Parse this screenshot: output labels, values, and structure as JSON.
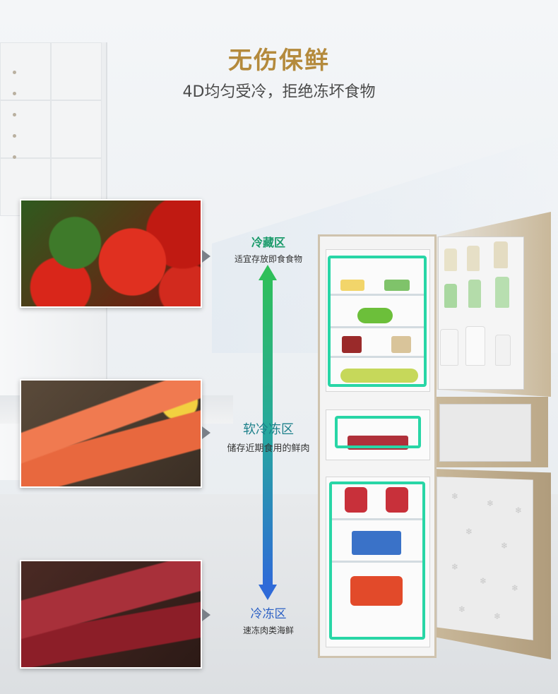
{
  "header": {
    "title": "无伤保鲜",
    "subtitle": "4D均匀受冷，拒绝冻坏食物"
  },
  "zones": [
    {
      "name": "冷藏区",
      "desc": "适宜存放即食食物"
    },
    {
      "name": "软冷冻区",
      "desc": "储存近期食用的鲜肉"
    },
    {
      "name": "冷冻区",
      "desc": "速冻肉类海鲜"
    }
  ],
  "colors": {
    "title_gold": "#b48a3c",
    "airflow": "#28d6a6",
    "axis_top": "#2fbf5a",
    "axis_bottom": "#2f6ad8"
  },
  "icons": [
    "arrow-up-icon",
    "arrow-down-icon",
    "pointer-arrow-icon"
  ]
}
